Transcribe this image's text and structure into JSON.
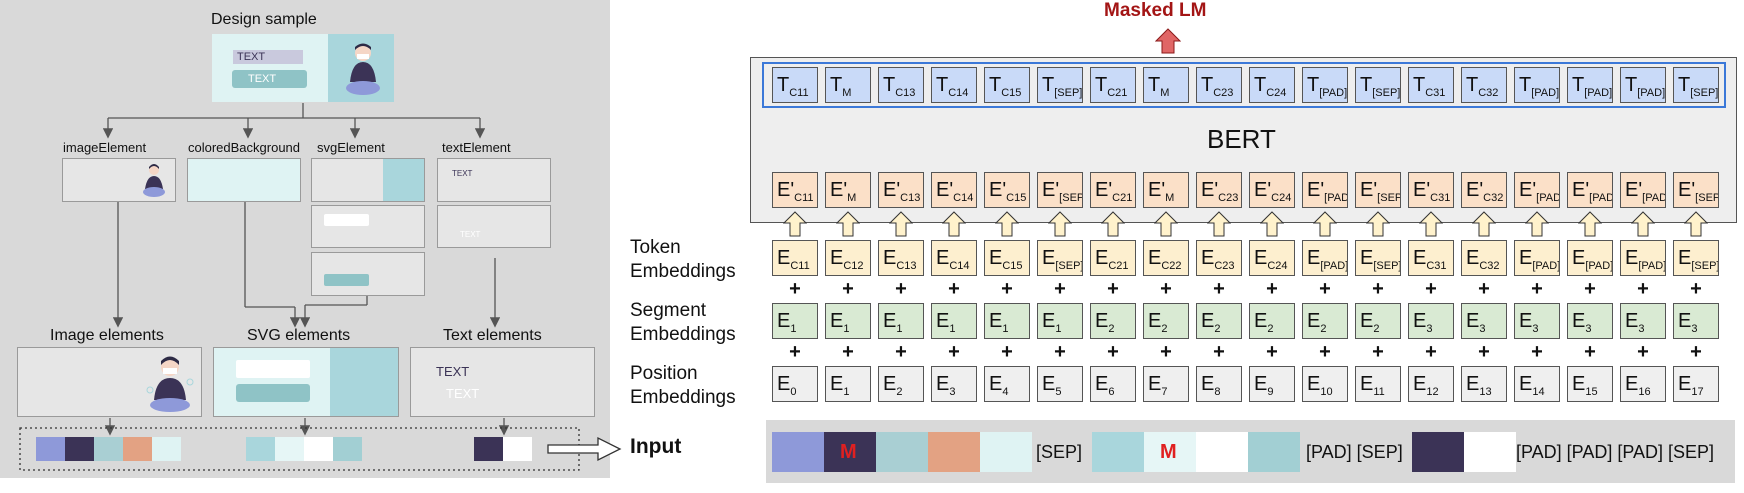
{
  "colors": {
    "panel_bg": "#d9d9d9",
    "masked_lm": "#a31515",
    "bert_outline": "#3b78d8",
    "token_T": "#c9daf8",
    "token_Eprime": "#fbe0c8",
    "token_E": "#fdefcf",
    "segment": "#d9ead3",
    "position": "#efefef",
    "mask_red": "#e02020"
  },
  "left": {
    "design_sample_title": "Design sample",
    "sample_text1": "TEXT",
    "sample_text2": "TEXT",
    "element_labels": [
      "imageElement",
      "coloredBackground",
      "svgElement",
      "textElement"
    ],
    "small_texts": [
      "TEXT",
      "TEXT"
    ],
    "group_labels": [
      "Image elements",
      "SVG elements",
      "Text elements"
    ],
    "group_text1": "TEXT",
    "group_text2": "TEXT",
    "input_label": "Input",
    "image_palette": [
      "#8e99d9",
      "#3b3356",
      "#a9cfd3",
      "#e3a283",
      "#dff3f3"
    ],
    "svg_palette": [
      "#a9d6dc",
      "#e6f6f6",
      "#ffffff",
      "#a2cfd3"
    ],
    "text_palette": [
      "#3b3356",
      "#ffffff"
    ]
  },
  "bert": {
    "masked_lm": "Masked LM",
    "name": "BERT",
    "T": [
      [
        "T",
        "C11"
      ],
      [
        "T",
        "M"
      ],
      [
        "T",
        "C13"
      ],
      [
        "T",
        "C14"
      ],
      [
        "T",
        "C15"
      ],
      [
        "T",
        "[SEP]"
      ],
      [
        "T",
        "C21"
      ],
      [
        "T",
        "M"
      ],
      [
        "T",
        "C23"
      ],
      [
        "T",
        "C24"
      ],
      [
        "T",
        "[PAD]"
      ],
      [
        "T",
        "[SEP]"
      ],
      [
        "T",
        "C31"
      ],
      [
        "T",
        "C32"
      ],
      [
        "T",
        "[PAD]"
      ],
      [
        "T",
        "[PAD]"
      ],
      [
        "T",
        "[PAD]"
      ],
      [
        "T",
        "[SEP]"
      ]
    ],
    "Eprime": [
      [
        "E'",
        "C11"
      ],
      [
        "E'",
        "M"
      ],
      [
        "E'",
        "C13"
      ],
      [
        "E'",
        "C14"
      ],
      [
        "E'",
        "C15"
      ],
      [
        "E'",
        "[SEP]"
      ],
      [
        "E'",
        "C21"
      ],
      [
        "E'",
        "M"
      ],
      [
        "E'",
        "C23"
      ],
      [
        "E'",
        "C24"
      ],
      [
        "E'",
        "[PAD]"
      ],
      [
        "E'",
        "[SEP]"
      ],
      [
        "E'",
        "C31"
      ],
      [
        "E'",
        "C32"
      ],
      [
        "E'",
        "[PAD]"
      ],
      [
        "E'",
        "[PAD]"
      ],
      [
        "E'",
        "[PAD]"
      ],
      [
        "E'",
        "[SEP]"
      ]
    ],
    "E": [
      [
        "E",
        "C11"
      ],
      [
        "E",
        "C12"
      ],
      [
        "E",
        "C13"
      ],
      [
        "E",
        "C14"
      ],
      [
        "E",
        "C15"
      ],
      [
        "E",
        "[SEP]"
      ],
      [
        "E",
        "C21"
      ],
      [
        "E",
        "C22"
      ],
      [
        "E",
        "C23"
      ],
      [
        "E",
        "C24"
      ],
      [
        "E",
        "[PAD]"
      ],
      [
        "E",
        "[SEP]"
      ],
      [
        "E",
        "C31"
      ],
      [
        "E",
        "C32"
      ],
      [
        "E",
        "[PAD]"
      ],
      [
        "E",
        "[PAD]"
      ],
      [
        "E",
        "[PAD]"
      ],
      [
        "E",
        "[SEP]"
      ]
    ],
    "S": [
      [
        "E",
        "1"
      ],
      [
        "E",
        "1"
      ],
      [
        "E",
        "1"
      ],
      [
        "E",
        "1"
      ],
      [
        "E",
        "1"
      ],
      [
        "E",
        "1"
      ],
      [
        "E",
        "2"
      ],
      [
        "E",
        "2"
      ],
      [
        "E",
        "2"
      ],
      [
        "E",
        "2"
      ],
      [
        "E",
        "2"
      ],
      [
        "E",
        "2"
      ],
      [
        "E",
        "3"
      ],
      [
        "E",
        "3"
      ],
      [
        "E",
        "3"
      ],
      [
        "E",
        "3"
      ],
      [
        "E",
        "3"
      ],
      [
        "E",
        "3"
      ]
    ],
    "P": [
      [
        "E",
        "0"
      ],
      [
        "E",
        "1"
      ],
      [
        "E",
        "2"
      ],
      [
        "E",
        "3"
      ],
      [
        "E",
        "4"
      ],
      [
        "E",
        "5"
      ],
      [
        "E",
        "6"
      ],
      [
        "E",
        "7"
      ],
      [
        "E",
        "8"
      ],
      [
        "E",
        "9"
      ],
      [
        "E",
        "10"
      ],
      [
        "E",
        "11"
      ],
      [
        "E",
        "12"
      ],
      [
        "E",
        "13"
      ],
      [
        "E",
        "14"
      ],
      [
        "E",
        "15"
      ],
      [
        "E",
        "16"
      ],
      [
        "E",
        "17"
      ]
    ],
    "plus": "+",
    "row_labels": {
      "token": [
        "Token",
        "Embeddings"
      ],
      "segment": [
        "Segment",
        "Embeddings"
      ],
      "position": [
        "Position",
        "Embeddings"
      ]
    },
    "input_seq": {
      "mask1": "M",
      "sep1": "[SEP]",
      "mask2": "M",
      "padsep": "[PAD] [SEP]",
      "tail": "[PAD] [PAD] [PAD] [SEP]"
    }
  }
}
